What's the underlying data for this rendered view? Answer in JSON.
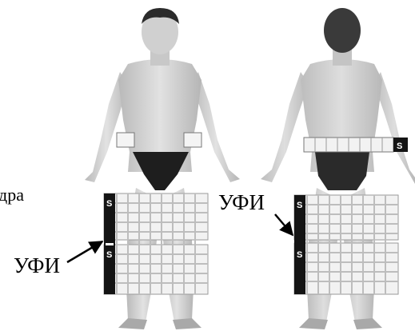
{
  "labels": {
    "left_edge_text": "дра",
    "ufi_front": "УФИ",
    "ufi_back": "УФИ"
  },
  "grid_markers": {
    "s": "S"
  },
  "icons": [
    "front-body-figure-icon",
    "back-body-figure-icon",
    "arrow-icon"
  ],
  "colors": {
    "skin": "#cfcfcf",
    "underwear": "#1e1e1e",
    "strip": "#141414",
    "mesh": "#c9c9c9"
  }
}
